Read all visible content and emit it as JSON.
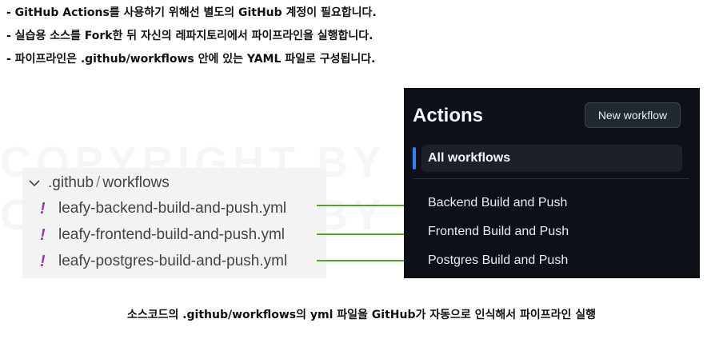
{
  "bullets": [
    "- GitHub Actions를 사용하기 위해선 별도의 GitHub 계정이 필요합니다.",
    "- 실습용 소스를 Fork한 뒤 자신의 레파지토리에서 파이프라인을 실행합니다.",
    "- 파이프라인은 .github/workflows 안에 있는 YAML 파일로 구성됩니다."
  ],
  "watermark": [
    "COPYRIGHT BY",
    "COPYRIGHT BY"
  ],
  "tree": {
    "folder": ".github",
    "separator": "/",
    "subfolder": "workflows",
    "files": [
      {
        "icon": "!",
        "name": "leafy-backend-build-and-push.yml"
      },
      {
        "icon": "!",
        "name": "leafy-frontend-build-and-push.yml"
      },
      {
        "icon": "!",
        "name": "leafy-postgres-build-and-push.yml"
      }
    ]
  },
  "actions_panel": {
    "title": "Actions",
    "new_workflow_button": "New workflow",
    "all_workflows": "All workflows",
    "workflows": [
      "Backend Build and Push",
      "Frontend Build and Push",
      "Postgres Build and Push"
    ]
  },
  "caption": "소스코드의 .github/workflows의 yml 파일을 GitHub가 자동으로 인식해서 파이프라인 실행",
  "colors": {
    "arrow": "#4fa82a",
    "yaml_icon": "#8a3fb8",
    "panel_bg": "#0d1117",
    "selected_indicator": "#2f81f7"
  },
  "icons": [
    "chevron-down-icon",
    "yaml-file-icon",
    "arrow-right-icon"
  ]
}
